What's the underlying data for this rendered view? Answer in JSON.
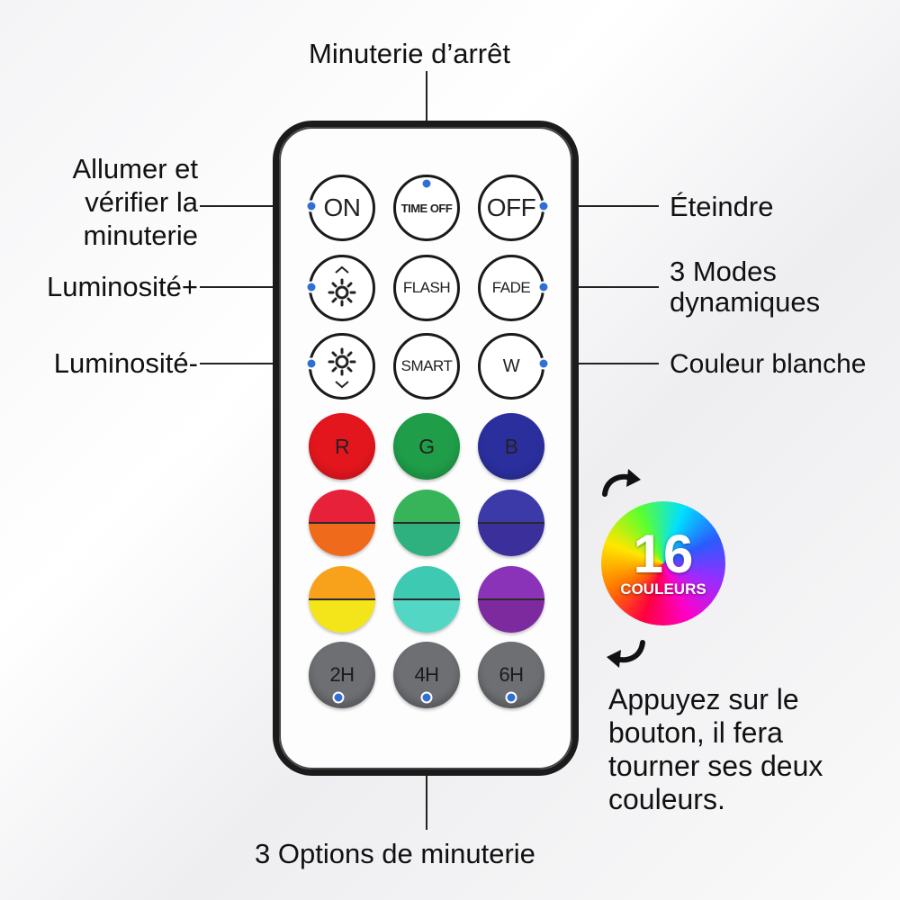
{
  "labels": {
    "timer_off": "Minuterie d’arrêt",
    "on_l1": "Allumer et",
    "on_l2": "vérifier la",
    "on_l3": "minuterie",
    "brightness_up": "Luminosité+",
    "brightness_down": "Luminosité-",
    "off": "Éteindre",
    "modes_l1": "3 Modes",
    "modes_l2": "dynamiques",
    "white": "Couleur blanche",
    "timer_options": "3 Options de minuterie"
  },
  "buttons": {
    "on": "ON",
    "time_off": "TIME OFF",
    "off": "OFF",
    "flash": "FLASH",
    "fade": "FADE",
    "smart": "SMART",
    "white": "W",
    "red": "R",
    "green": "G",
    "blue": "B",
    "timer_2h": "2H",
    "timer_4h": "4H",
    "timer_6h": "6H"
  },
  "color_buttons": {
    "red": "#e3161e",
    "green": "#1f9d48",
    "blue": "#2b2f9e",
    "row5_left_top": "#e8213a",
    "row5_left_bottom": "#f06a1c",
    "row5_mid_top": "#37b45a",
    "row5_mid_bottom": "#2fb07f",
    "row5_right_top": "#3b3aa8",
    "row5_right_bottom": "#3a2f9b",
    "row6_left_top": "#f7a21a",
    "row6_left_bottom": "#f4e41a",
    "row6_mid_top": "#3ec9b2",
    "row6_mid_bottom": "#54d6c5",
    "row6_right_top": "#8a32b8",
    "row6_right_bottom": "#7d2a9e",
    "timer_gray": "#6d6f73",
    "marker_blue": "#2f6fd6"
  },
  "badge": {
    "number": "16",
    "word": "COULEURS"
  },
  "note": {
    "l1": "Appuyez sur le",
    "l2": "bouton, il fera",
    "l3": "tourner ses deux",
    "l4": "couleurs."
  }
}
